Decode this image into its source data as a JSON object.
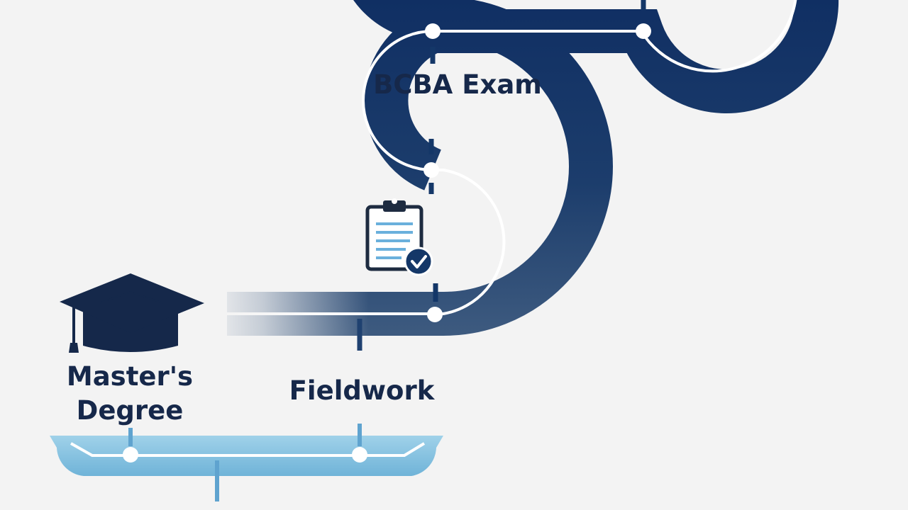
{
  "milestones": {
    "exam": {
      "label": "BCBA Exam"
    },
    "fieldwork": {
      "label": "Fieldwork"
    },
    "degree": {
      "line1": "Master's",
      "line2": "Degree"
    }
  },
  "icons": {
    "degree_icon": "graduation-cap-icon",
    "fieldwork_icon": "clipboard-check-icon"
  },
  "colors": {
    "background": "#f3f3f3",
    "road_dark": "#143768",
    "road_mid": "#2e4f78",
    "road_light": "#82c2e2",
    "text": "#16284a"
  }
}
